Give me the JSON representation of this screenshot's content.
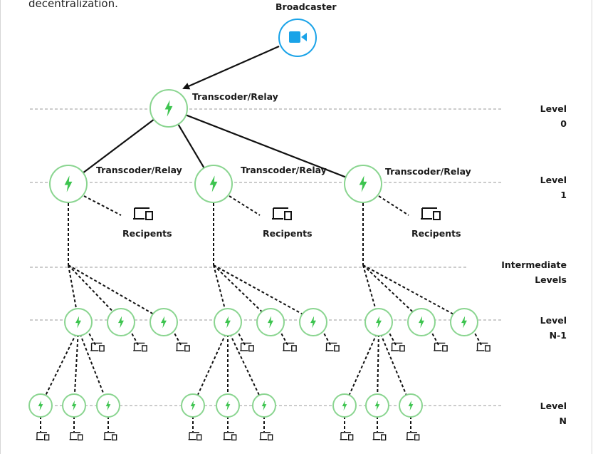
{
  "page": {
    "top_text": "decentralization."
  },
  "broadcaster": {
    "label": "Broadcaster",
    "icon": "video-camera-icon",
    "color": "#1aa3e8"
  },
  "node_labels": {
    "root": "Transcoder/Relay",
    "level1": [
      "Transcoder/Relay",
      "Transcoder/Relay",
      "Transcoder/Relay"
    ],
    "recipients": [
      "Recipents",
      "Recipents",
      "Recipents"
    ]
  },
  "levels": [
    {
      "line1": "Level",
      "line2": "0"
    },
    {
      "line1": "Level",
      "line2": "1"
    },
    {
      "line1": "Intermediate",
      "line2": "Levels"
    },
    {
      "line1": "Level",
      "line2": "N-1"
    },
    {
      "line1": "Level",
      "line2": "N"
    }
  ],
  "colors": {
    "node_green": "#3dc44f",
    "node_ring": "#8ad590",
    "edge": "#111111",
    "dash_line": "#9a9a9a"
  },
  "icons": {
    "node": "lightning-bolt-icon",
    "recipient": "device-icon"
  }
}
